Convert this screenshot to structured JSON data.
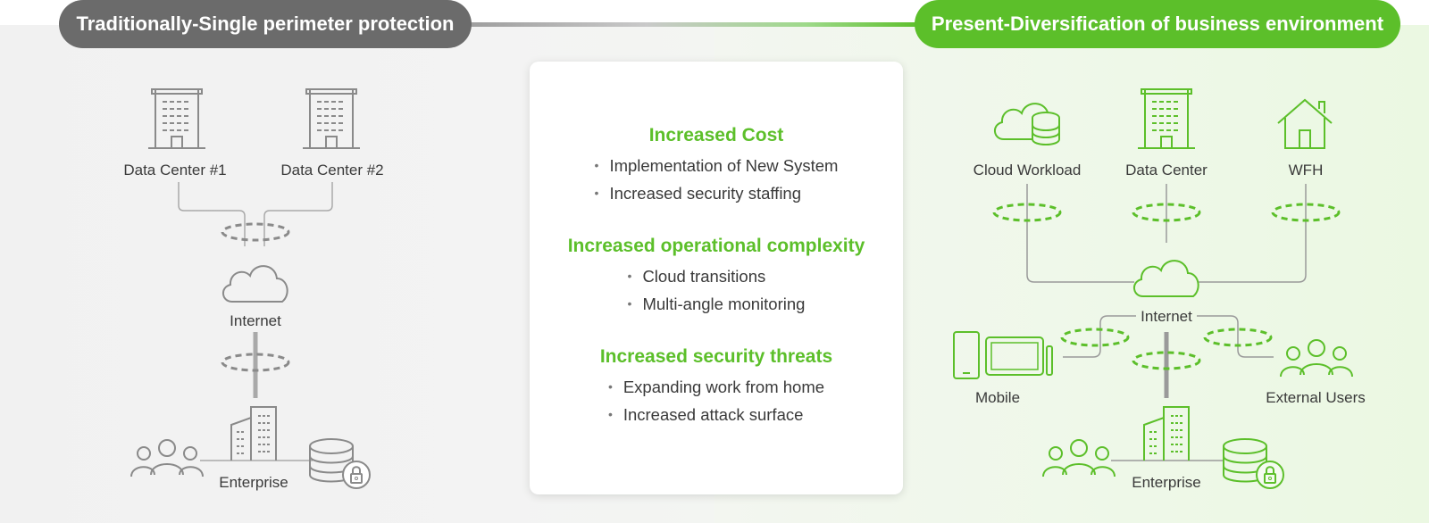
{
  "header": {
    "left_title": "Traditionally-Single perimeter protection",
    "right_title": "Present-Diversification of business environment"
  },
  "left": {
    "dc1": "Data Center #1",
    "dc2": "Data Center #2",
    "internet": "Internet",
    "enterprise": "Enterprise"
  },
  "right": {
    "cloud": "Cloud Workload",
    "dc": "Data Center",
    "wfh": "WFH",
    "internet": "Internet",
    "mobile": "Mobile",
    "external": "External Users",
    "enterprise": "Enterprise"
  },
  "center": {
    "sections": [
      {
        "title": "Increased Cost",
        "items": [
          "Implementation of New System",
          "Increased security staffing"
        ]
      },
      {
        "title": "Increased operational complexity",
        "items": [
          "Cloud transitions",
          "Multi-angle monitoring"
        ]
      },
      {
        "title": "Increased security threats",
        "items": [
          "Expanding work from home",
          "Increased attack surface"
        ]
      }
    ]
  },
  "colors": {
    "gray": "#6b6b6b",
    "green": "#5cbf2a",
    "icon_gray": "#8a8a8a"
  }
}
